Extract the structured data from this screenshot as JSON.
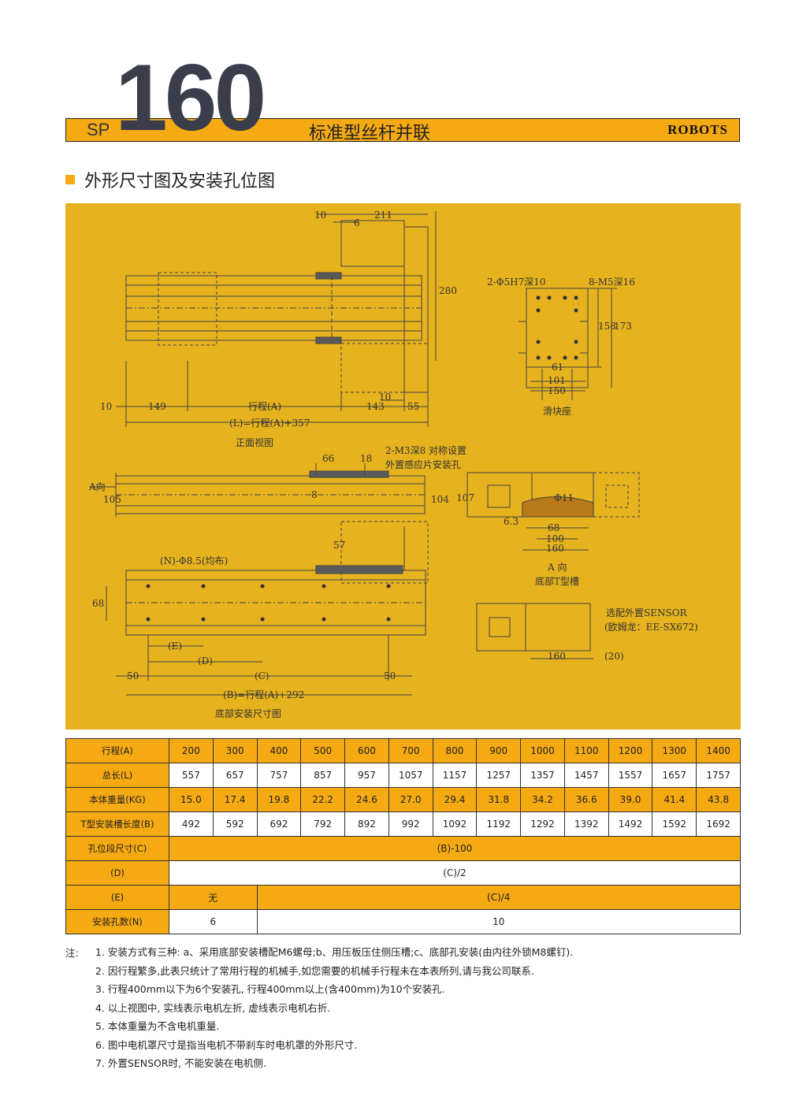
{
  "header": {
    "prefix": "SP",
    "model": "160",
    "title": "标准型丝杆并联",
    "brand": "ROBOTS"
  },
  "section": {
    "title": "外形尺寸图及安装孔位图"
  },
  "drawing": {
    "labels": {
      "front_view": "正面视图",
      "slider_base": "滑块座",
      "bottom_dims": "底部安装尺寸图",
      "a_dir": "A 向",
      "bottom_t_slot": "底部T型槽",
      "a_arrow": "A向",
      "sensor_hole_1": "2-M3深8 对称设置",
      "sensor_hole_2": "外置感应片安装孔",
      "sensor_opt_1": "选配外置SENSOR",
      "sensor_opt_2": "(欧姆龙：EE-SX672)",
      "pin_holes": "2-Φ5H7深10",
      "screw_holes": "8-M5深16",
      "mount_holes": "(N)-Φ8.5(均布)",
      "stroke": "行程(A)",
      "total_len": "(L)=行程(A)+357",
      "b_len": "(B)=行程(A)+292",
      "e": "(E)",
      "d": "(D)",
      "c": "(C)",
      "dim_10": "10",
      "dim_211": "211",
      "dim_6": "6",
      "dim_280": "280",
      "dim_149": "149",
      "dim_143": "143",
      "dim_55": "55",
      "dim_158": "158",
      "dim_173": "173",
      "dim_61": "61",
      "dim_101": "101",
      "dim_150": "150",
      "dim_66": "66",
      "dim_18": "18",
      "dim_105": "105",
      "dim_104": "104",
      "dim_107": "107",
      "dim_phi11": "Φ11",
      "dim_6_3": "6.3",
      "dim_68": "68",
      "dim_100": "100",
      "dim_160": "160",
      "dim_50": "50",
      "dim_20": "(20)",
      "dim_57": "57",
      "dim_8": "8"
    }
  },
  "table": {
    "row_headers": [
      "行程(A)",
      "总长(L)",
      "本体重量(KG)",
      "T型安装槽长度(B)",
      "孔位段尺寸(C)",
      "(D)",
      "(E)",
      "安装孔数(N)"
    ],
    "stroke": [
      "200",
      "300",
      "400",
      "500",
      "600",
      "700",
      "800",
      "900",
      "1000",
      "1100",
      "1200",
      "1300",
      "1400"
    ],
    "length": [
      "557",
      "657",
      "757",
      "857",
      "957",
      "1057",
      "1157",
      "1257",
      "1357",
      "1457",
      "1557",
      "1657",
      "1757"
    ],
    "weight": [
      "15.0",
      "17.4",
      "19.8",
      "22.2",
      "24.6",
      "27.0",
      "29.4",
      "31.8",
      "34.2",
      "36.6",
      "39.0",
      "41.4",
      "43.8"
    ],
    "t_slot": [
      "492",
      "592",
      "692",
      "792",
      "892",
      "992",
      "1092",
      "1192",
      "1292",
      "1392",
      "1492",
      "1592",
      "1692"
    ],
    "c_formula": "(B)-100",
    "d_formula": "(C)/2",
    "e_small": "无",
    "e_formula": "(C)/4",
    "n_small": "6",
    "n_large": "10"
  },
  "notes": {
    "label": "注:",
    "items": [
      "1. 安装方式有三种: a、采用底部安装槽配M6螺母;b、用压板压住侧压槽;c、底部孔安装(由内往外锁M8螺钉).",
      "2. 因行程繁多,此表只统计了常用行程的机械手,如您需要的机械手行程未在本表所列,请与我公司联系.",
      "3. 行程400mm以下为6个安装孔, 行程400mm以上(含400mm)为10个安装孔.",
      "4. 以上视图中, 实线表示电机左折, 虚线表示电机右折.",
      "5. 本体重量为不含电机重量.",
      "6. 图中电机罩尺寸是指当电机不带刹车时电机罩的外形尺寸.",
      "7. 外置SENSOR时, 不能安装在电机侧."
    ]
  }
}
